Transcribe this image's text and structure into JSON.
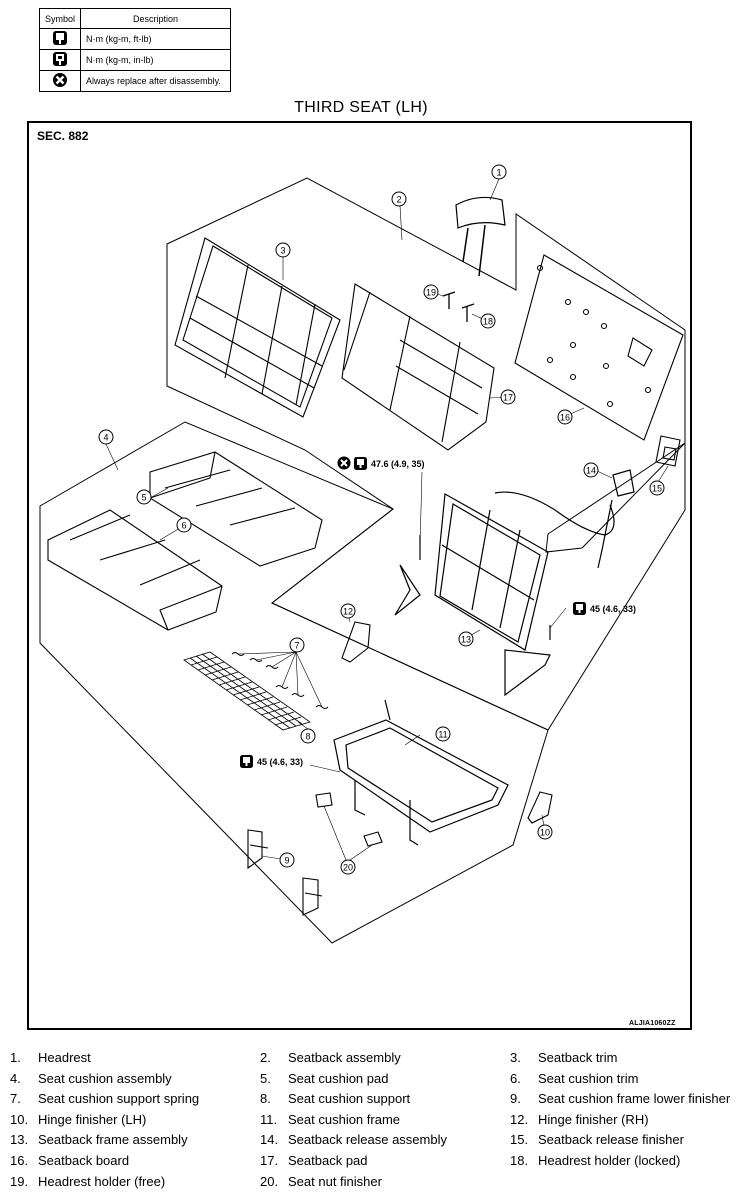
{
  "legend": {
    "header_symbol": "Symbol",
    "header_description": "Description",
    "rows": [
      {
        "icon": "torque-wrench-icon",
        "description": "N·m (kg-m, ft-lb)"
      },
      {
        "icon": "torque-wrench-inlb-icon",
        "description": "N·m (kg-m, in-lb)"
      },
      {
        "icon": "always-replace-icon",
        "description": "Always replace after disassembly."
      }
    ]
  },
  "title": "THIRD SEAT (LH)",
  "section": "SEC. 882",
  "figure_code": "ALJIA1060ZZ",
  "torques": {
    "seatback_bolt": "47.6 (4.9, 35)",
    "frame_bolt": "45 (4.6, 33)",
    "cushion_bolt": "45 (4.6, 33)"
  },
  "callouts": [
    "1",
    "2",
    "3",
    "4",
    "5",
    "6",
    "7",
    "8",
    "9",
    "10",
    "11",
    "12",
    "13",
    "14",
    "15",
    "16",
    "17",
    "18",
    "19",
    "20"
  ],
  "parts": [
    {
      "num": "1.",
      "name": "Headrest"
    },
    {
      "num": "2.",
      "name": "Seatback assembly"
    },
    {
      "num": "3.",
      "name": "Seatback trim"
    },
    {
      "num": "4.",
      "name": "Seat cushion assembly"
    },
    {
      "num": "5.",
      "name": "Seat cushion pad"
    },
    {
      "num": "6.",
      "name": "Seat cushion trim"
    },
    {
      "num": "7.",
      "name": "Seat cushion support spring"
    },
    {
      "num": "8.",
      "name": "Seat cushion support"
    },
    {
      "num": "9.",
      "name": "Seat cushion frame lower finisher"
    },
    {
      "num": "10.",
      "name": "Hinge finisher (LH)"
    },
    {
      "num": "11.",
      "name": "Seat cushion frame"
    },
    {
      "num": "12.",
      "name": "Hinge finisher (RH)"
    },
    {
      "num": "13.",
      "name": "Seatback frame assembly"
    },
    {
      "num": "14.",
      "name": "Seatback release assembly"
    },
    {
      "num": "15.",
      "name": "Seatback release finisher"
    },
    {
      "num": "16.",
      "name": "Seatback board"
    },
    {
      "num": "17.",
      "name": "Seatback pad"
    },
    {
      "num": "18.",
      "name": "Headrest holder (locked)"
    },
    {
      "num": "19.",
      "name": "Headrest holder (free)"
    },
    {
      "num": "20.",
      "name": "Seat nut finisher"
    }
  ]
}
